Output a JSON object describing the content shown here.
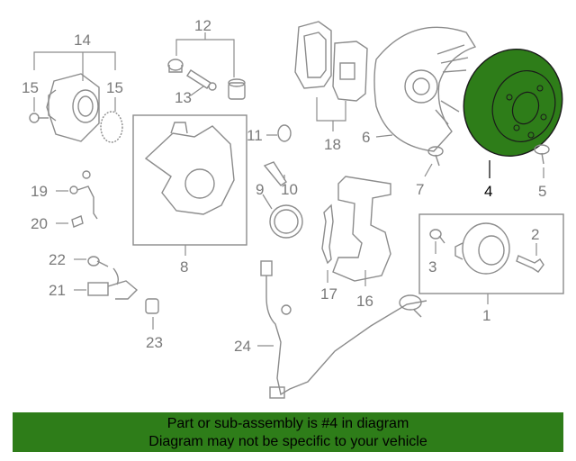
{
  "labels": {
    "p1": "1",
    "p2": "2",
    "p3": "3",
    "p4": "4",
    "p5": "5",
    "p6": "6",
    "p7": "7",
    "p8": "8",
    "p9": "9",
    "p10": "10",
    "p11": "11",
    "p12": "12",
    "p13": "13",
    "p14": "14",
    "p15a": "15",
    "p15b": "15",
    "p16": "16",
    "p17": "17",
    "p18": "18",
    "p19": "19",
    "p20": "20",
    "p21": "21",
    "p22": "22",
    "p23": "23",
    "p24": "24"
  },
  "highlight": {
    "part": "4",
    "color": "#2e7d19"
  },
  "banner": {
    "line1": "Part or sub-assembly is #4 in diagram",
    "line2": "Diagram may not be specific to your vehicle",
    "color": "#2e7d19"
  }
}
